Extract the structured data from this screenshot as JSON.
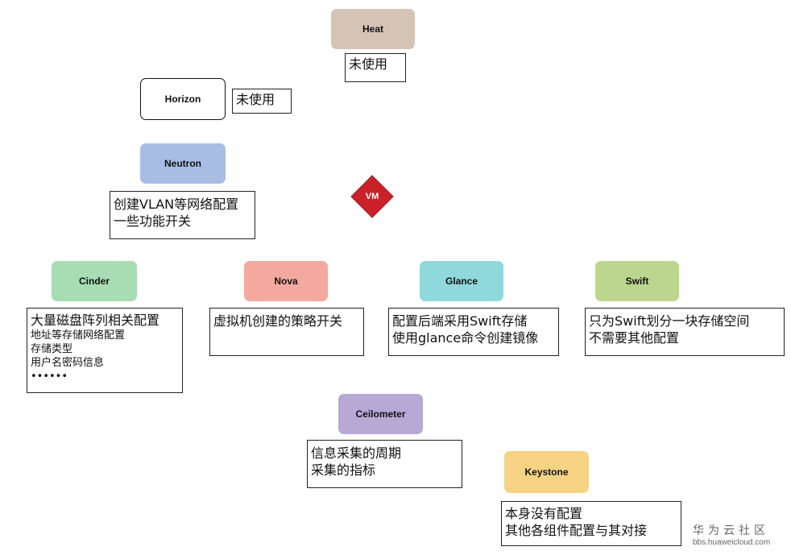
{
  "colors": {
    "heat": "#d5c4b6",
    "horizon": "#ffffff",
    "neutron": "#a8bde4",
    "vm": "#cc2028",
    "cinder": "#a8dcb2",
    "nova": "#f3a99d",
    "glance": "#8fd8dc",
    "swift": "#bdd68d",
    "ceilometer": "#b8a8d6",
    "keystone": "#f5d382"
  },
  "components": {
    "heat": {
      "label": "Heat",
      "notes": [
        "未使用"
      ]
    },
    "horizon": {
      "label": "Horizon",
      "notes": [
        "未使用"
      ]
    },
    "neutron": {
      "label": "Neutron",
      "notes": [
        "创建VLAN等网络配置",
        "一些功能开关"
      ]
    },
    "vm": {
      "label": "VM"
    },
    "cinder": {
      "label": "Cinder",
      "notes": [
        "大量磁盘阵列相关配置",
        "地址等存储网络配置",
        "存储类型",
        "用户名密码信息",
        "••••••"
      ]
    },
    "nova": {
      "label": "Nova",
      "notes": [
        "虚拟机创建的策略开关"
      ]
    },
    "glance": {
      "label": "Glance",
      "notes": [
        "配置后端采用Swift存储",
        "使用glance命令创建镜像"
      ]
    },
    "swift": {
      "label": "Swift",
      "notes": [
        "只为Swift划分一块存储空间",
        "不需要其他配置"
      ]
    },
    "ceilometer": {
      "label": "Ceilometer",
      "notes": [
        "信息采集的周期",
        "采集的指标"
      ]
    },
    "keystone": {
      "label": "Keystone",
      "notes": [
        "本身没有配置",
        "其他各组件配置与其对接"
      ]
    }
  },
  "watermark": {
    "brand": "华为云社区",
    "url": "bbs.huaweicloud.com"
  }
}
